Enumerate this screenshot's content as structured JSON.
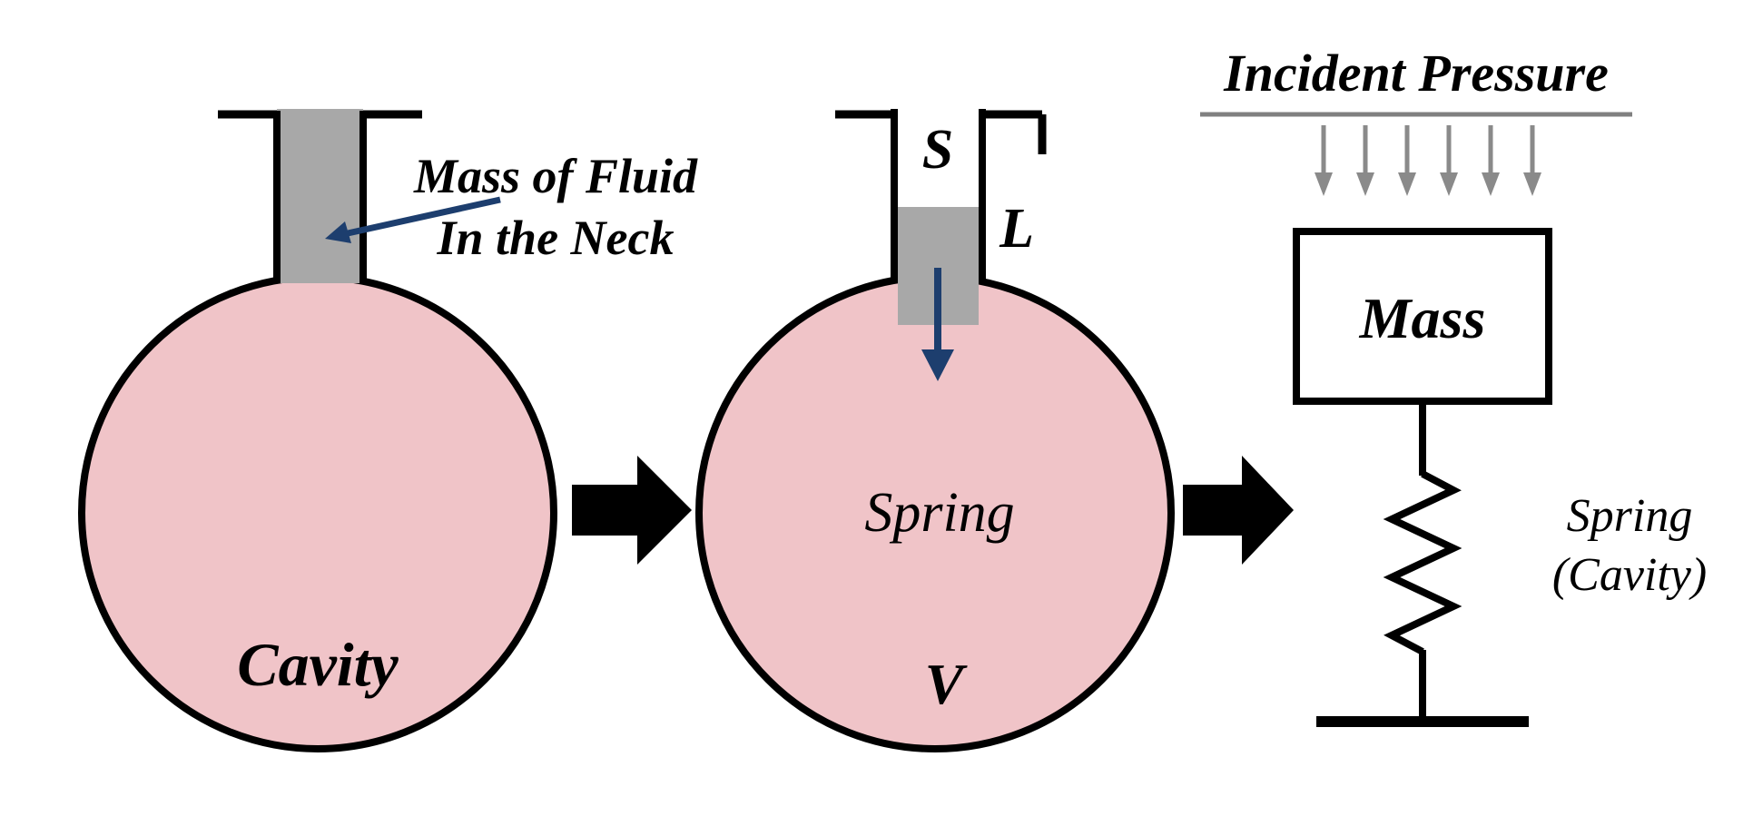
{
  "diagram": {
    "title_semantic": "helmholtz-resonator-mass-spring-analogy",
    "left_figure": {
      "cavity_label": "Cavity",
      "annotation_line1": "Mass of Fluid",
      "annotation_line2": "In the Neck"
    },
    "middle_figure": {
      "neck_area_label": "S",
      "neck_length_label": "L",
      "spring_label": "Spring",
      "volume_label": "V"
    },
    "right_figure": {
      "incident_pressure_label": "Incident Pressure",
      "mass_label": "Mass",
      "spring_label_line1": "Spring",
      "spring_label_line2": "(Cavity)"
    },
    "colors": {
      "cavity_fill": "#f0c4c8",
      "neck_fluid_gray": "#a8a8a8",
      "annotation_blue": "#1d3e6e",
      "incident_arrow_gray": "#8a8a8a",
      "underline_gray": "#808080",
      "outline_black": "#000000"
    }
  }
}
